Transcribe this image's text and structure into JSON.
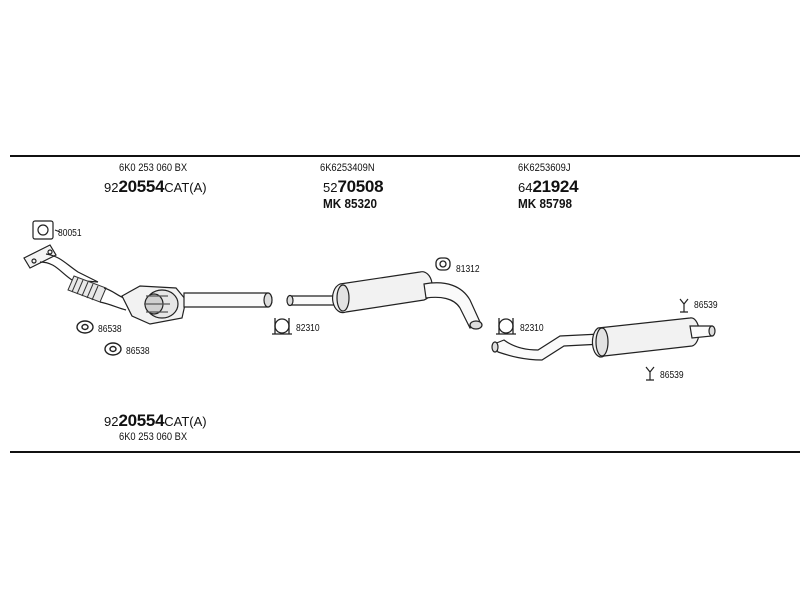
{
  "groups": {
    "front": {
      "oe_number": "6K0 253 060 BX",
      "part_prefix": "92",
      "part_main": "20554",
      "part_suffix": "CAT(A)"
    },
    "middle": {
      "oe_number": "6K6253409N",
      "part_prefix": "52",
      "part_main": "70508",
      "mk": "MK 85320"
    },
    "rear": {
      "oe_number": "6K6253609J",
      "part_prefix": "64",
      "part_main": "21924",
      "mk": "MK 85798"
    }
  },
  "footer": {
    "part_prefix": "92",
    "part_main": "20554",
    "part_suffix": "CAT(A)",
    "oe_number": "6K0 253 060 BX"
  },
  "refs": {
    "gasket_top": "80051",
    "ring_1": "86538",
    "ring_2": "86538",
    "clamp_mid": "82310",
    "mount_mid": "81312",
    "clamp_rear": "82310",
    "hanger_rear_top": "86539",
    "hanger_rear_bottom": "86539"
  }
}
